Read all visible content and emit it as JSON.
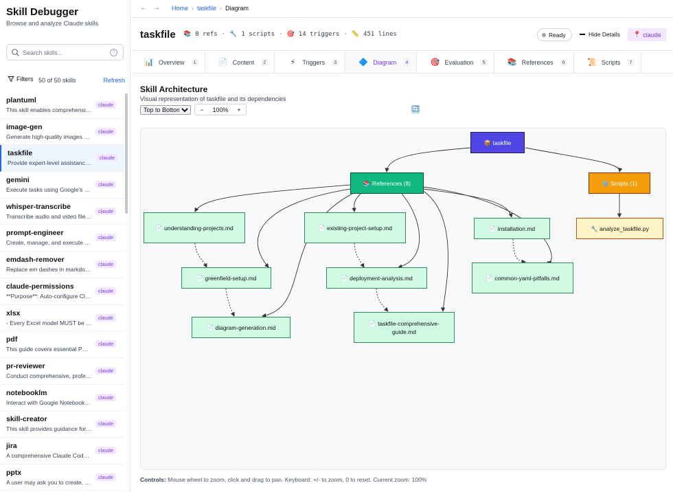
{
  "app": {
    "title": "Skill Debugger",
    "subtitle": "Browse and analyze Claude skills"
  },
  "search": {
    "placeholder": "Search skills...",
    "help": "?"
  },
  "filters": {
    "label": "Filters",
    "count": "50 of 50 skills",
    "refresh": "Refresh"
  },
  "skills": [
    {
      "name": "plantuml",
      "desc": "This skill enables comprehensive PlantUML diagram creation",
      "badge": "claude"
    },
    {
      "name": "image-gen",
      "desc": "Generate high-quality images using AI models",
      "badge": "claude"
    },
    {
      "name": "taskfile",
      "desc": "Provide expert-level assistance with Taskfile",
      "badge": "claude"
    },
    {
      "name": "gemini",
      "desc": "Execute tasks using Google's Gemini models",
      "badge": "claude"
    },
    {
      "name": "whisper-transcribe",
      "desc": "Transcribe audio and video files to text",
      "badge": "claude"
    },
    {
      "name": "prompt-engineer",
      "desc": "Create, manage, and execute reusable prompts",
      "badge": "claude"
    },
    {
      "name": "emdash-remover",
      "desc": "Replace em dashes in markdown files",
      "badge": "claude"
    },
    {
      "name": "claude-permissions",
      "desc": "**Purpose**: Auto-configure Claude permissions",
      "badge": "claude"
    },
    {
      "name": "xlsx",
      "desc": "- Every Excel model MUST be built carefully",
      "badge": "claude"
    },
    {
      "name": "pdf",
      "desc": "This guide covers essential PDF processing",
      "badge": "claude"
    },
    {
      "name": "pr-reviewer",
      "desc": "Conduct comprehensive, professional reviews",
      "badge": "claude"
    },
    {
      "name": "notebooklm",
      "desc": "Interact with Google NotebookLM notebooks",
      "badge": "claude"
    },
    {
      "name": "skill-creator",
      "desc": "This skill provides guidance for creating skills",
      "badge": "claude"
    },
    {
      "name": "jira",
      "desc": "A comprehensive Claude Code skill for Jira",
      "badge": "claude"
    },
    {
      "name": "pptx",
      "desc": "A user may ask you to create, edit, or analyze",
      "badge": "claude"
    }
  ],
  "nav": {
    "back": "←",
    "forward": "→",
    "crumbs": [
      "Home",
      "taskfile",
      "Diagram"
    ],
    "sep": "›"
  },
  "header": {
    "title": "taskfile",
    "stats": [
      {
        "icon": "📚",
        "text": "8 refs"
      },
      {
        "icon": "🔧",
        "text": "1 scripts"
      },
      {
        "icon": "🎯",
        "text": "14 triggers"
      },
      {
        "icon": "📏",
        "text": "451 lines"
      }
    ],
    "stat_sep": "·",
    "status": "Ready",
    "hide_details": "Hide Details",
    "source": "claude",
    "source_icon": "📍"
  },
  "tabs": [
    {
      "icon": "📊",
      "label": "Overview",
      "count": "1"
    },
    {
      "icon": "📄",
      "label": "Content",
      "count": "2"
    },
    {
      "icon": "⚡",
      "label": "Triggers",
      "count": "3"
    },
    {
      "icon": "🔷",
      "label": "Diagram",
      "count": "4"
    },
    {
      "icon": "🎯",
      "label": "Evaluation",
      "count": "5"
    },
    {
      "icon": "📚",
      "label": "References",
      "count": "6"
    },
    {
      "icon": "📜",
      "label": "Scripts",
      "count": "7"
    }
  ],
  "diagram": {
    "title": "Skill Architecture",
    "subtitle": "Visual representation of taskfile and its dependencies",
    "direction": "Top to Bottom",
    "zoom_out": "−",
    "zoom": "100%",
    "zoom_in": "+",
    "reset_icon": "🔄",
    "nodes": {
      "root": "📦 taskfile",
      "refs": "📚 References (8)",
      "scripts": "⚙️ Scripts (1)",
      "n1": "📄 understanding-projects.md",
      "n2": "📄 existing-project-setup.md",
      "n3": "📄 installation.md",
      "n4": "📄 greenfield-setup.md",
      "n5": "📄 deployment-analysis.md",
      "n6": "📄 common-yaml-pitfalls.md",
      "n7": "📄 diagram-generation.md",
      "n8": "📄 taskfile-comprehensive-guide.md",
      "s1": "🔧 analyze_taskfile.py"
    },
    "controls_label": "Controls:",
    "controls_text": "Mouse wheel to zoom, click and drag to pan. Keyboard: +/- to zoom, 0 to reset. Current zoom: 100%"
  }
}
